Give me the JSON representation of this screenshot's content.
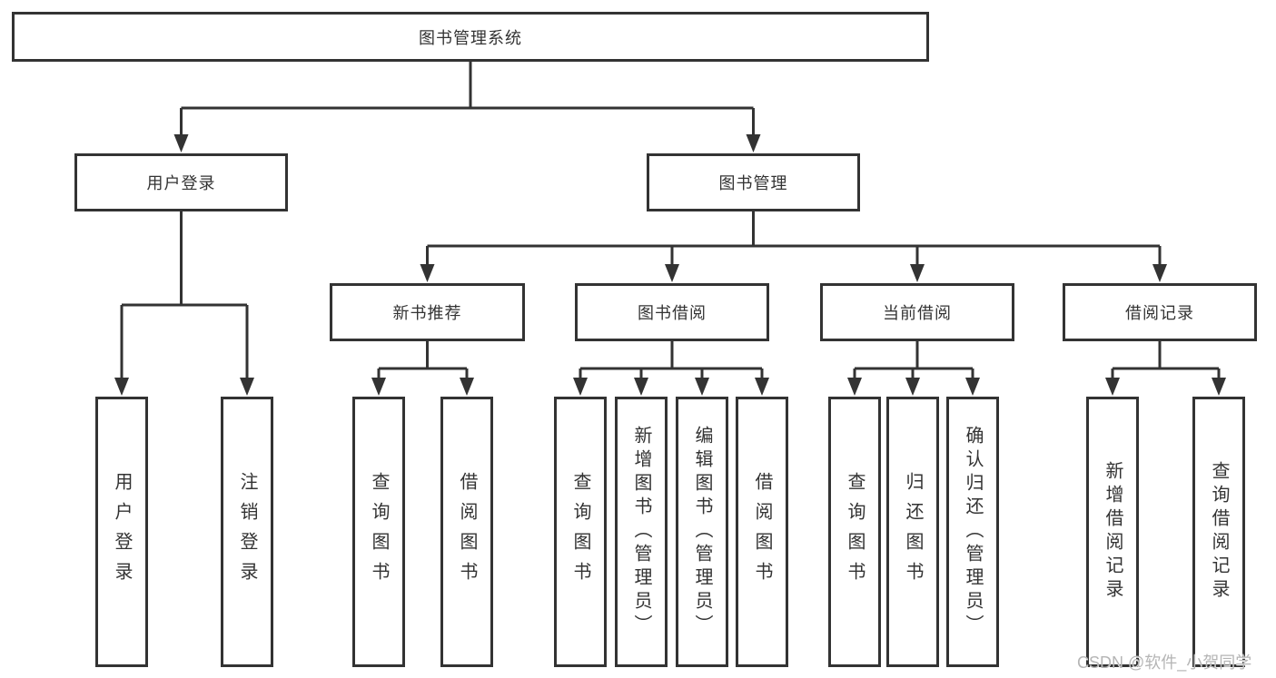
{
  "tree": {
    "root": {
      "label": "图书管理系统",
      "children": [
        {
          "label": "用户登录",
          "children": [
            {
              "label": "用户登录"
            },
            {
              "label": "注销登录"
            }
          ]
        },
        {
          "label": "图书管理",
          "children": [
            {
              "label": "新书推荐",
              "children": [
                {
                  "label": "查询图书"
                },
                {
                  "label": "借阅图书"
                }
              ]
            },
            {
              "label": "图书借阅",
              "children": [
                {
                  "label": "查询图书"
                },
                {
                  "label": "新增图书（管理员）"
                },
                {
                  "label": "编辑图书（管理员）"
                },
                {
                  "label": "借阅图书"
                }
              ]
            },
            {
              "label": "当前借阅",
              "children": [
                {
                  "label": "查询图书"
                },
                {
                  "label": "归还图书"
                },
                {
                  "label": "确认归还（管理员）"
                }
              ]
            },
            {
              "label": "借阅记录",
              "children": [
                {
                  "label": "新增借阅记录"
                },
                {
                  "label": "查询借阅记录"
                }
              ]
            }
          ]
        }
      ]
    }
  },
  "watermark": {
    "text": "CSDN @软件_小贺同学"
  },
  "colors": {
    "line": "#333333",
    "text": "#333333",
    "watermark": "#b5b5b5",
    "background": "#ffffff"
  }
}
